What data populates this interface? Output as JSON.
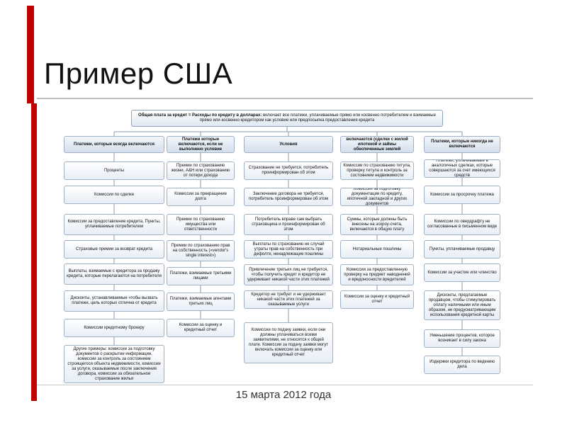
{
  "title": "Пример США",
  "footer": "15 марта 2012 года",
  "colors": {
    "accent": "#c00000",
    "box_border": "#a0b1c6",
    "box_fill": "#e8eef6"
  },
  "root": {
    "bold": "Общая плата за кредит = Расходы по кредиту в долларах:",
    "text": " включает все платежи, уплачиваемые прямо или косвенно потребителем и взимаемые прямо или косвенно кредитором как условие или предпосылка предоставления кредита"
  },
  "columns": [
    {
      "header": "Платежи, которые всегда включаются",
      "items": [
        "Проценты",
        "Комиссии по сделке",
        "Комиссии за предоставление кредита, Пункты, уплачиваемые потребителем",
        "Страховые премии за возврат кредита",
        "Выплаты, взимаемые с кредитора за продажу кредита, которые перелагаются на потребителя",
        "Дисконты, устанавливаемые чтобы вызвать платежи, цель которых отлична от кредита",
        "Комиссии кредитному брокеру",
        "Другие примеры: комиссии за подготовку документов о раскрытии информации, комиссии за контроль за состоянием строящегося объекта недвижимости, комиссии за услуги, оказываемые после заключения договора, комиссии за обязательное страхование жилья"
      ]
    },
    {
      "header": "Платежи которые включаются, если не выполнено условие",
      "items": [
        "Премии по страхованию жизни, А&Н или страхованию от потери дохода",
        "Комиссии за прекращение долга",
        "Премии по страхованию имущества или ответственности",
        "Премии по страхованию прав на собственность («vendor's single interest»)",
        "Платежи, взимаемые третьими лицами",
        "Платежи, взимаемые агентами третьих лиц",
        "Комиссии за оценку и кредитный отчет"
      ]
    },
    {
      "header": "Условия",
      "items": [
        "Страхование не требуется, потребитель проинформирован об этом",
        "Заключение договора не требуется, потребитель проинформирован об этом",
        "Потребитель вправе сам выбрать страховщика и проинформирован об этом",
        "Выплаты по страхованию не случай утраты прав на собственность при дефолте, ненадлежащие пошлины",
        "Привлечение третьих лиц не требуется, чтобы получить кредит и кредитор не удерживает никакой части этих платежей",
        "Кредитор не требует и не удерживает никакой части этих платежей за оказываемые услуги",
        "Комиссии по подачу заявки, если они должны уплачиваться всеми заявителями, не относятся к общей плате. Комиссии за подачу заявки могут включать комиссии за оценку или кредитный отчет"
      ]
    },
    {
      "header": "Платежи, которые не включаются (сделки с жилой ипотекой и займы обеспеченные землей недвижимостью)",
      "items": [
        "Комиссии по страхованию титула, проверку титула и контроль за состоянием недвижимости",
        "Комиссии за подготовку документации по кредиту, ипотечной закладной и других документов",
        "Суммы, которые должны быть внесены на эскроу-счета, включаются в общую плату",
        "Нотариальные пошлины",
        "Комиссии за предоставленную проверку на предмет наводнений и вредоносности вредителей",
        "Комиссии за оценку и кредитный отчет"
      ]
    },
    {
      "header": "Платежи, которые никогда не включаются",
      "items": [
        "Платежи, уплачиваемые в аналогичных сделках, которые совершаются за счет имеющихся средств",
        "Комиссии за просрочку платежа",
        "Комиссии по овердрафту не согласованные в письменном виде",
        "Пункты, уплачиваемые продавцу",
        "Комиссии за участие или членство",
        "Дисконты, предлагаемые продавцом, чтобы стимулировать оплату наличными или иным образом, не предусматривающим использования кредитной карты",
        "Уменьшение процентов, которое возникает в силу закона",
        "Издержки кредитора по ведению дела"
      ]
    }
  ]
}
